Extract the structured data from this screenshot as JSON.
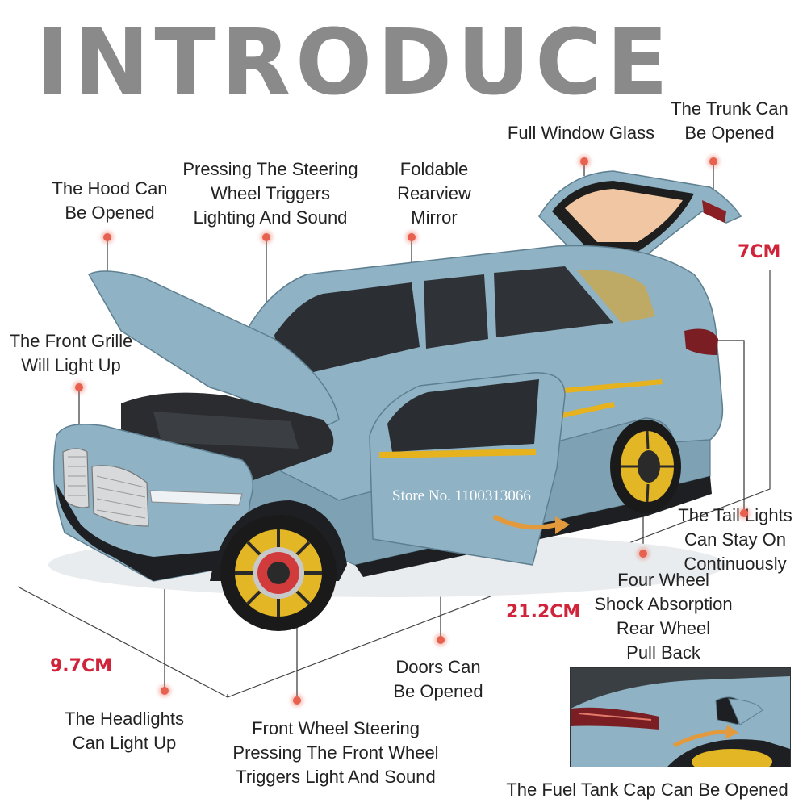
{
  "title": "INTRODUCE",
  "labels": {
    "hood": "The Hood Can\nBe Opened",
    "steering_wheel": "Pressing The Steering\nWheel Triggers\nLighting And Sound",
    "mirror": "Foldable\nRearview\nMirror",
    "window_glass": "Full Window Glass",
    "trunk": "The Trunk Can\nBe Opened",
    "front_grille": "The Front Grille\nWill Light Up",
    "tail_lights": "The Tail Lights\nCan Stay On\nContinuously",
    "shock_absorption": "Four Wheel\nShock Absorption\nRear Wheel\nPull Back",
    "doors": "Doors Can\nBe Opened",
    "headlights": "The Headlights\nCan Light Up",
    "front_wheel": "Front Wheel Steering\nPressing The Front Wheel\nTriggers Light And Sound",
    "fuel_tank": "The Fuel Tank Cap Can Be Opened"
  },
  "dimensions": {
    "height": "7CM",
    "length": "21.2CM",
    "width": "9.7CM"
  },
  "watermark": "Store No. 1100313066",
  "colors": {
    "car_body": "#8fb2c4",
    "accent_yellow": "#e6b21e",
    "dimension_red": "#d0243a",
    "title_gray": "#8a8a8a",
    "dot_orange": "#e8614e"
  }
}
